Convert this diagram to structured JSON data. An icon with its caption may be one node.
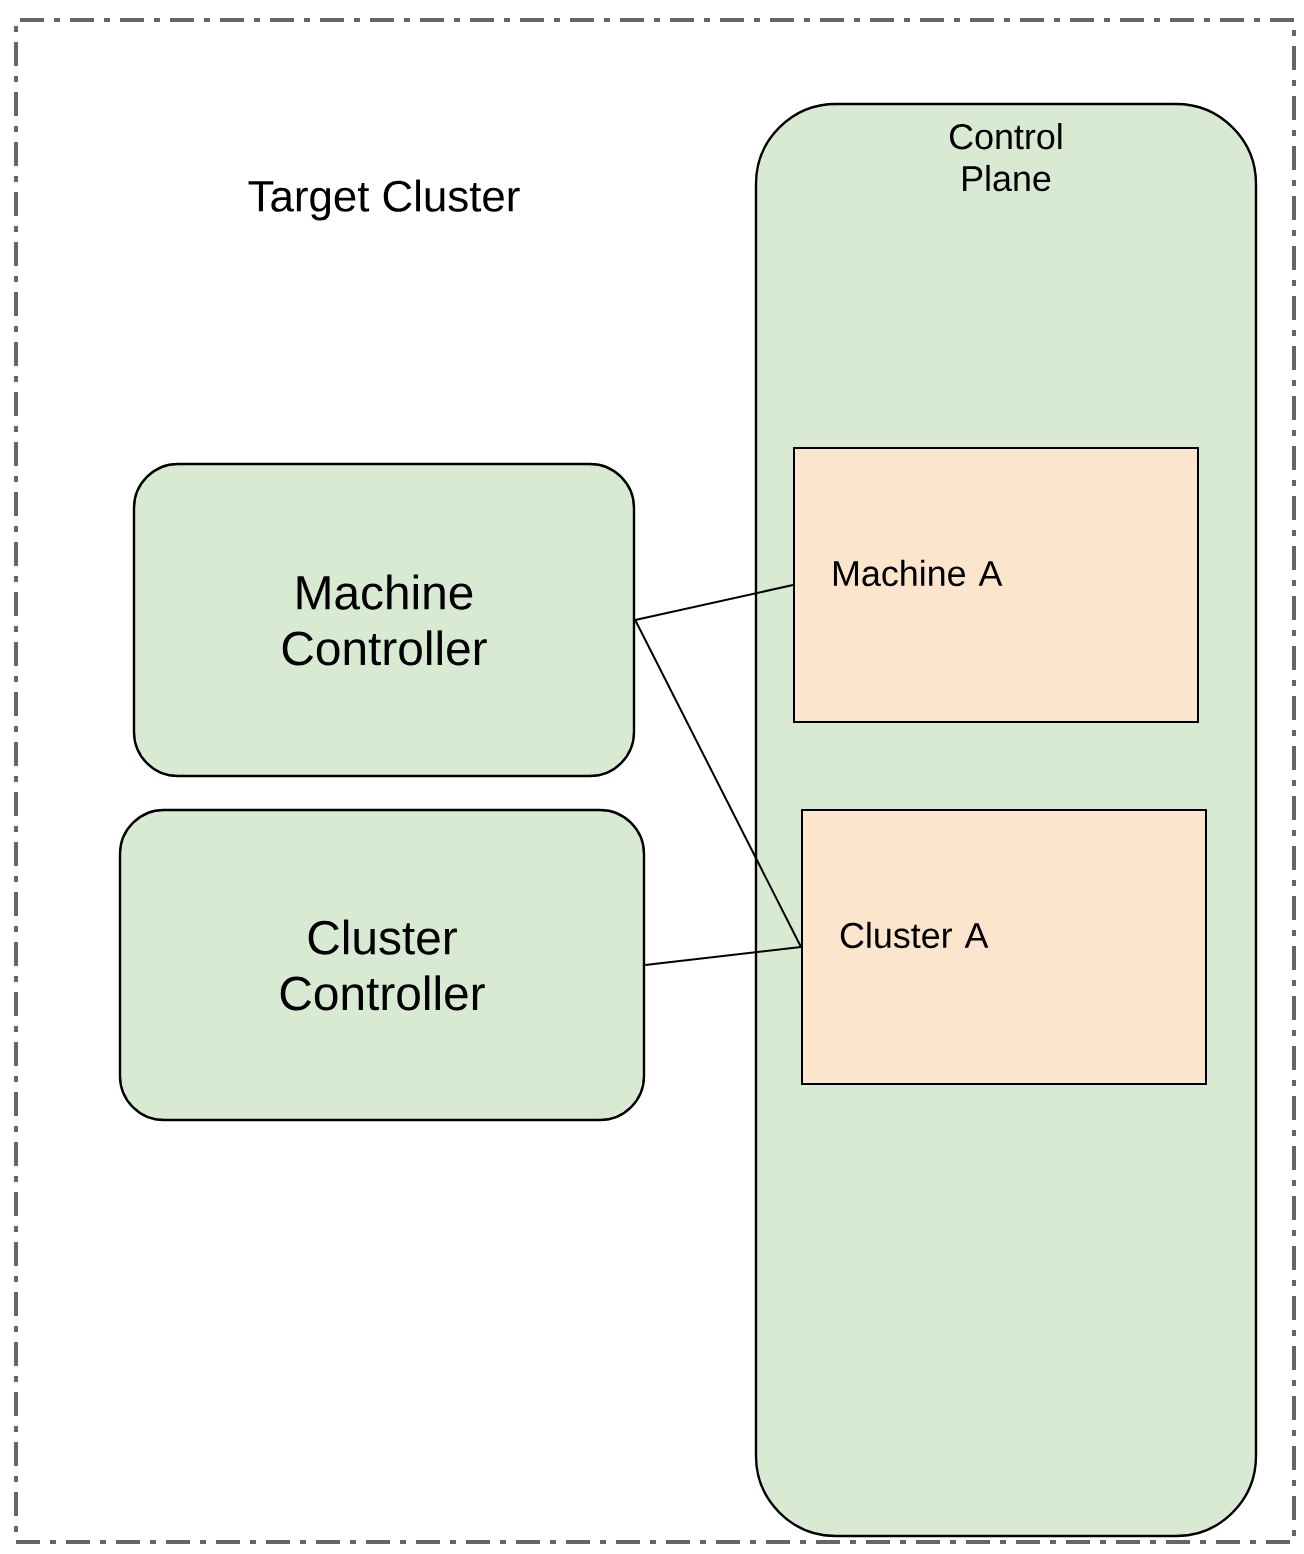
{
  "diagram": {
    "nodes": [
      {
        "text": [
          "Target Cluster"
        ]
      },
      {
        "text": [
          "Control Plane"
        ],
        "in": 0
      },
      {
        "text": [
          "Machine A"
        ],
        "in": 1
      },
      {
        "text": [
          "Cluster A"
        ],
        "in": 1
      },
      {
        "text": [
          "Machine Controller"
        ],
        "in": 0
      },
      {
        "text": [
          "Cluster Controller"
        ],
        "in": 0
      }
    ],
    "edges": [
      {
        "from": 4,
        "to": 2,
        "arrow": "none"
      },
      {
        "from": 4,
        "to": 3,
        "arrow": "none"
      },
      {
        "from": 5,
        "to": 3,
        "arrow": "none"
      }
    ]
  }
}
